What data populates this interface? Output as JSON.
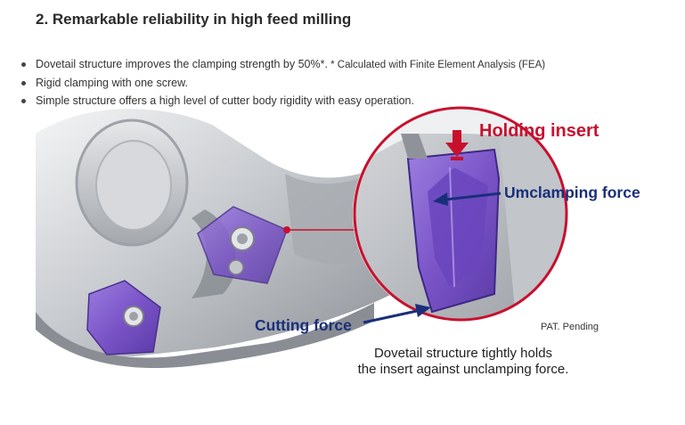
{
  "section_title": "2. Remarkable reliability in high feed milling",
  "bullets": [
    {
      "text": "Dovetail structure improves the clamping strength by 50%*.",
      "note": " * Calculated with Finite Element Analysis (FEA)"
    },
    {
      "text": "Rigid clamping with one screw.",
      "note": ""
    },
    {
      "text": "Simple structure offers a high level of cutter body rigidity with easy operation.",
      "note": ""
    }
  ],
  "figure": {
    "holding_label": "Holding insert",
    "unclamping_label": "Umclamping force",
    "cutting_label": "Cutting force",
    "patent_label": "PAT. Pending",
    "caption_line1": "Dovetail structure tightly holds",
    "caption_line2": "the insert against unclamping force.",
    "colors": {
      "holding": "#c8102e",
      "force": "#1a2f7a",
      "insert": "#7b55c8",
      "body": "#b9bcc1"
    }
  }
}
